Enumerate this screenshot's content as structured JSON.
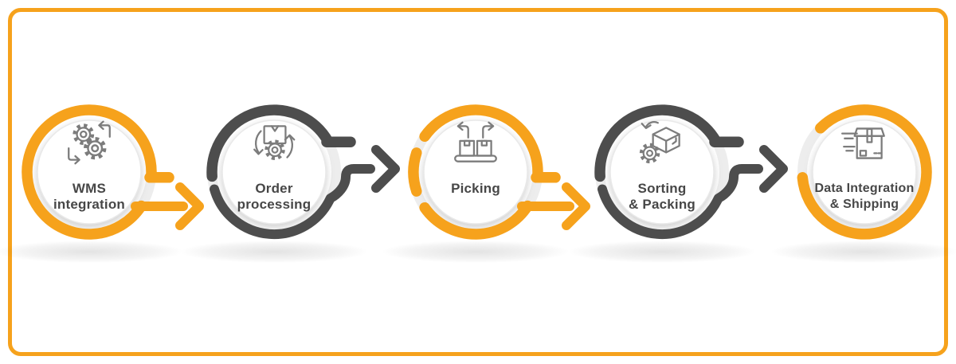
{
  "theme": {
    "accent-orange": "#F6A21C",
    "accent-dark": "#4D4D4D",
    "base-ring": "#EDEDED",
    "disc-edge": "#E9E9E9",
    "icon-stroke": "#7C7C7C",
    "label-color": "#474747",
    "background": "#FFFFFF"
  },
  "steps": [
    {
      "id": "wms-integration",
      "label_lines": [
        "WMS",
        "integration"
      ],
      "icon": "gears-sync-icon",
      "ring_color": "orange",
      "arrow_to_next": true
    },
    {
      "id": "order-processing",
      "label_lines": [
        "Order",
        "processing"
      ],
      "icon": "box-gear-refresh-icon",
      "ring_color": "dark",
      "arrow_to_next": true
    },
    {
      "id": "picking",
      "label_lines": [
        "Picking"
      ],
      "icon": "conveyor-boxes-icon",
      "ring_color": "orange",
      "arrow_to_next": true
    },
    {
      "id": "sorting-packing",
      "label_lines": [
        "Sorting",
        "& Packing"
      ],
      "icon": "box-packing-icon",
      "ring_color": "dark",
      "arrow_to_next": true
    },
    {
      "id": "data-integration-shipping",
      "label_lines": [
        "Data Integration",
        "& Shipping"
      ],
      "icon": "shipping-box-icon",
      "ring_color": "orange",
      "arrow_to_next": false
    }
  ]
}
